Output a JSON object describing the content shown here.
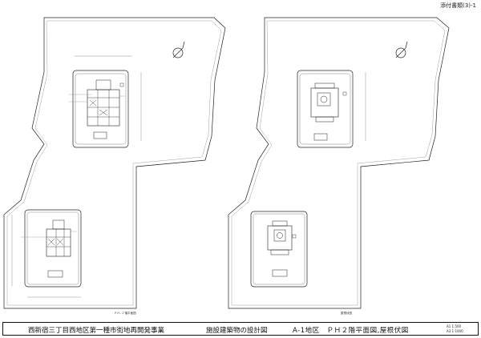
{
  "header": {
    "doc_ref": "添付書類(3)-1"
  },
  "plans": {
    "left_caption": "P H - 2 階平面図",
    "right_caption": "屋根伏図"
  },
  "title_block": {
    "project": "西新宿三丁目西地区第一種市街地再開発事業",
    "document": "施設建築物の設計図",
    "sheet": "A-1地区　ＰＨ２階平面図,屋根伏図",
    "scale_a1": "A1 1:500",
    "scale_a3": "A3 1:1000"
  }
}
